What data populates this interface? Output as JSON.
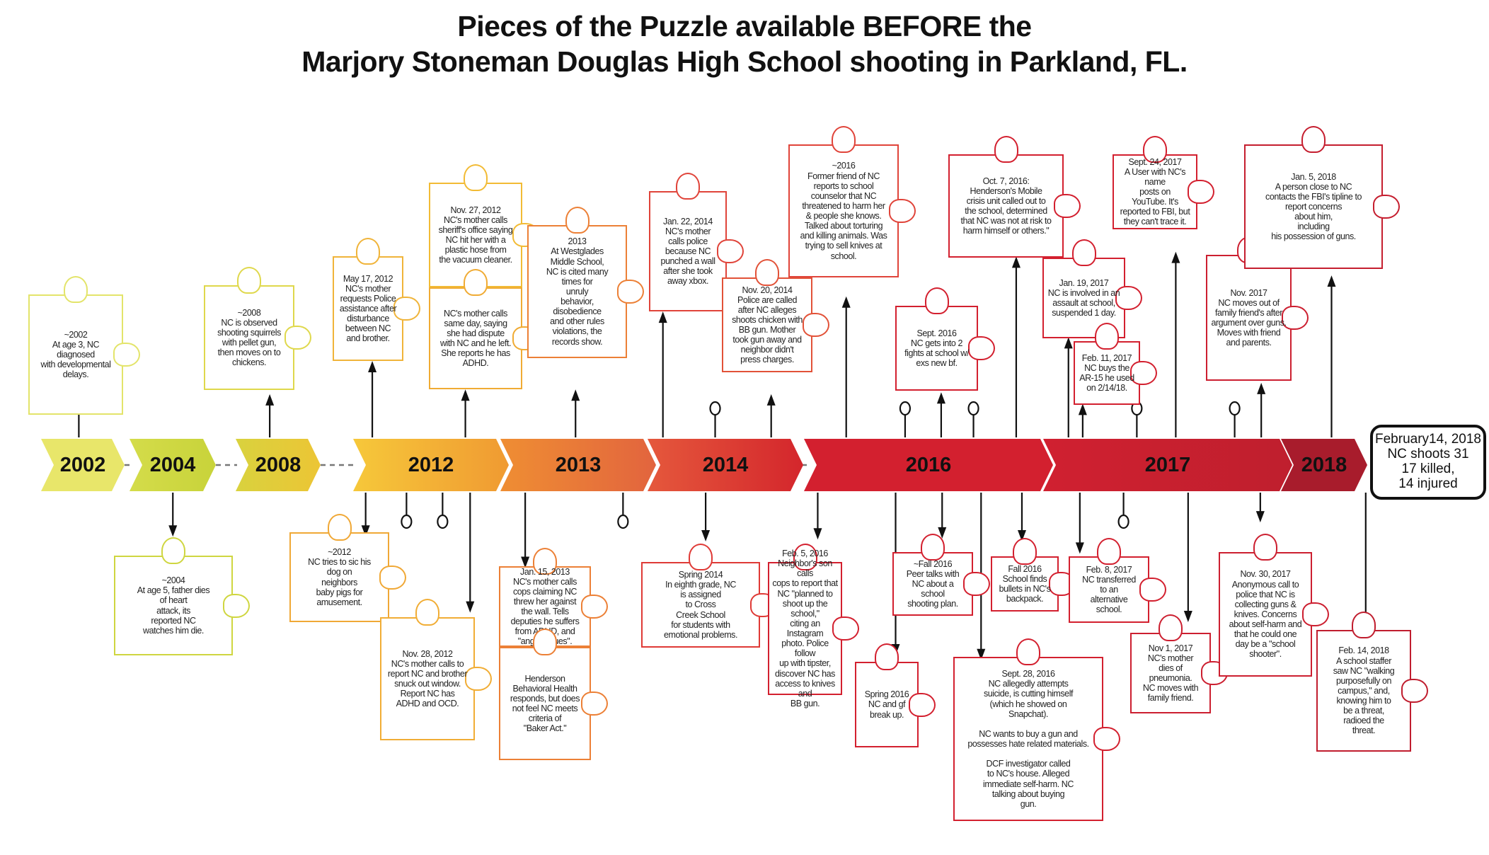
{
  "title": {
    "line1": "Pieces of the Puzzle available BEFORE the",
    "line2": "Marjory Stoneman Douglas High School shooting in Parkland, FL."
  },
  "years": [
    "2002",
    "2004",
    "2008",
    "2012",
    "2013",
    "2014",
    "2016",
    "2017",
    "2018"
  ],
  "end_box": {
    "line1": "February14, 2018",
    "line2": "NC shoots 31",
    "line3": "17 killed,",
    "line4": "14 injured"
  },
  "colors": {
    "yellow_green": "#d8df4a",
    "yellow": "#f2c233",
    "orange": "#ee8a32",
    "red_orange": "#e25238",
    "red": "#d3202f",
    "dark_red": "#a81c2c"
  },
  "events": {
    "e2002": "~2002\nAt age 3, NC diagnosed\nwith developmental\ndelays.",
    "e2008": "~2008\nNC is observed\nshooting squirrels\nwith pellet gun,\nthen moves on to\nchickens.",
    "may2012": "May 17, 2012\nNC's mother\nrequests Police\nassistance after\ndisturbance\nbetween NC\nand brother.",
    "nov27_2012": "Nov. 27, 2012\nNC's mother calls\nsheriff's office saying\nNC hit her with a\nplastic hose from\nthe vacuum cleaner.",
    "nov27_2012b": "NC's mother calls\nsame day, saying\nshe had dispute\nwith NC and he left.\nShe reports he has\nADHD.",
    "e2013": "2013\nAt Westglades\nMiddle School,\nNC is cited many\ntimes for\nunruly\nbehavior,\ndisobedience\nand other rules\nviolations, the\nrecords show.",
    "jan22_2014": "Jan. 22, 2014\nNC's mother\ncalls police\nbecause NC\npunched a wall\nafter she took\naway xbox.",
    "nov20_2014": "Nov. 20, 2014\nPolice are called\nafter NC alleges\nshoots chicken with\nBB gun. Mother\ntook gun away and\nneighbor didn't\npress charges.",
    "e2016": "~2016\nFormer friend of NC\nreports to school\ncounselor that NC\nthreatened to harm her\n& people she knows.\nTalked about torturing\nand killing animals. Was\ntrying to sell knives at\nschool.",
    "oct7_2016": "Oct. 7, 2016:\nHenderson's Mobile\ncrisis unit called out to\nthe school, determined\nthat NC was not at risk to\nharm himself or others.\"",
    "sept2016": "Sept. 2016\nNC gets into 2\nfights at school w/\nexs new bf.",
    "jan19_2017": "Jan. 19, 2017\nNC is involved in an\nassault at school,\nsuspended 1 day.",
    "feb11_2017": "Feb. 11, 2017\nNC buys the\nAR-15 he used\non 2/14/18.",
    "sept24_2017": "Sept. 24, 2017\nA User with NC's name\nposts on\nYouTube. It's\nreported to FBI, but\nthey can't trace it.",
    "nov2017": "Nov. 2017\nNC moves out of\nfamily friend's after\nargument over guns.\nMoves with friend\nand parents.",
    "jan5_2018": "Jan. 5, 2018\nA person close to NC\ncontacts the FBI's tipline to\nreport concerns\nabout him,\nincluding\nhis possession of guns.",
    "e2004": "~2004\nAt age 5, father dies\nof heart\nattack, its\nreported NC\nwatches him die.",
    "e2012b": "~2012\nNC tries to sic his\ndog on\nneighbors\nbaby pigs for\namusement.",
    "nov28_2012": "Nov. 28, 2012\nNC's mother calls to\nreport NC and brother\nsnuck out window.\nReport NC has\nADHD and OCD.",
    "jan15_2013": "Jan. 15, 2013\nNC's mother calls\ncops claiming NC\nthrew her against\nthe wall. Tells\ndeputies he suffers\nfrom ADHD, and\n\"anger issues\".",
    "henderson_2013": "Henderson\nBehavioral Health\nresponds, but does\nnot feel NC meets\ncriteria of\n\"Baker Act.\"",
    "spring2014": "Spring 2014\nIn eighth grade, NC\nis assigned\nto Cross\nCreek School\nfor students with\nemotional problems.",
    "feb5_2016": "Feb. 5, 2016\nNeighbor's son calls\ncops to report that\nNC \"planned to\nshoot up the school,\"\nciting an Instagram\nphoto. Police follow\nup with tipster,\ndiscover NC has\naccess to knives and\nBB gun.",
    "spring2016": "Spring 2016\nNC and gf\nbreak up.",
    "fall2016_peer": "~Fall 2016\nPeer talks with\nNC about a\nschool\nshooting plan.",
    "fall2016_bullets": "Fall 2016\nSchool finds\nbullets in NC's\nbackpack.",
    "feb8_2017": "Feb. 8, 2017\nNC transferred\nto an\nalternative\nschool.",
    "sept28_2016": "Sept. 28, 2016\nNC allegedly attempts\nsuicide, is cutting himself\n(which he showed on\nSnapchat).\n\nNC wants to buy a gun and\npossesses hate related materials.\n\nDCF investigator called\nto NC's house. Alleged\nimmediate self-harm. NC\ntalking about buying\ngun.",
    "nov1_2017": "Nov 1, 2017\nNC's mother\ndies of\npneumonia.\nNC moves with\nfamily friend.",
    "nov30_2017": "Nov. 30, 2017\nAnonymous call to\npolice that NC is\ncollecting guns &\nknives. Concerns\nabout self-harm and\nthat he could one\nday be a \"school\nshooter\".",
    "feb14_2018": "Feb. 14, 2018\nA school staffer\nsaw NC \"walking\npurposefully on\ncampus,\" and,\nknowing him to\nbe a threat,\nradioed the\nthreat."
  }
}
